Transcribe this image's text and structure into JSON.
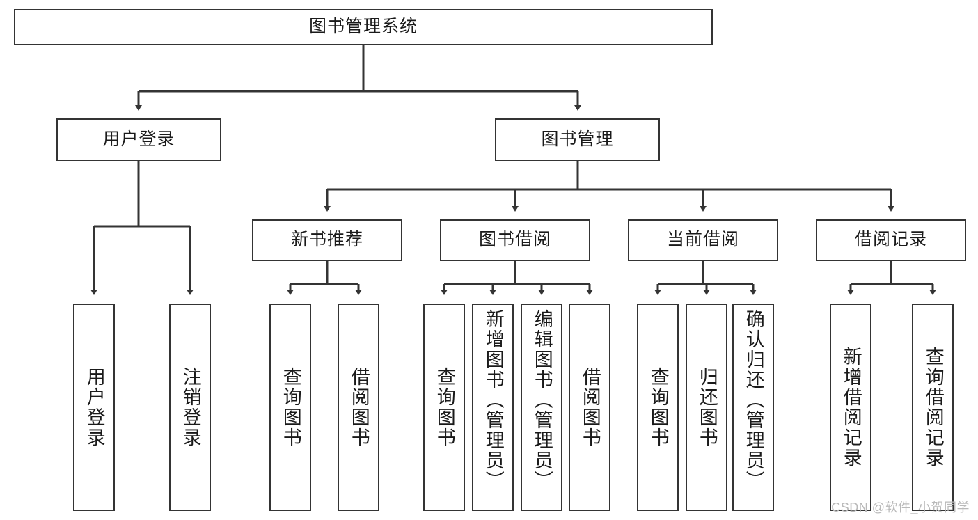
{
  "diagram": {
    "title": "图书管理系统",
    "watermark": "CSDN @软件_小贺同学",
    "colors": {
      "stroke": "#343434",
      "fill": "#ffffff",
      "text": "#1a1a1a",
      "watermark": "#b9b9b9"
    },
    "root": {
      "label": "图书管理系统"
    },
    "level1": [
      {
        "label": "用户登录"
      },
      {
        "label": "图书管理"
      }
    ],
    "level2": [
      {
        "label": "新书推荐"
      },
      {
        "label": "图书借阅"
      },
      {
        "label": "当前借阅"
      },
      {
        "label": "借阅记录"
      }
    ],
    "leaves": {
      "user_login": [
        {
          "label": "用户登录"
        },
        {
          "label": "注销登录"
        }
      ],
      "new_book_recommend": [
        {
          "label": "查询图书"
        },
        {
          "label": "借阅图书"
        }
      ],
      "book_borrow": [
        {
          "label": "查询图书"
        },
        {
          "label": "新增图书（管理员）"
        },
        {
          "label": "编辑图书（管理员）"
        },
        {
          "label": "借阅图书"
        }
      ],
      "current_borrow": [
        {
          "label": "查询图书"
        },
        {
          "label": "归还图书"
        },
        {
          "label": "确认归还（管理员）"
        }
      ],
      "borrow_record": [
        {
          "label": "新增借阅记录"
        },
        {
          "label": "查询借阅记录"
        }
      ]
    }
  }
}
